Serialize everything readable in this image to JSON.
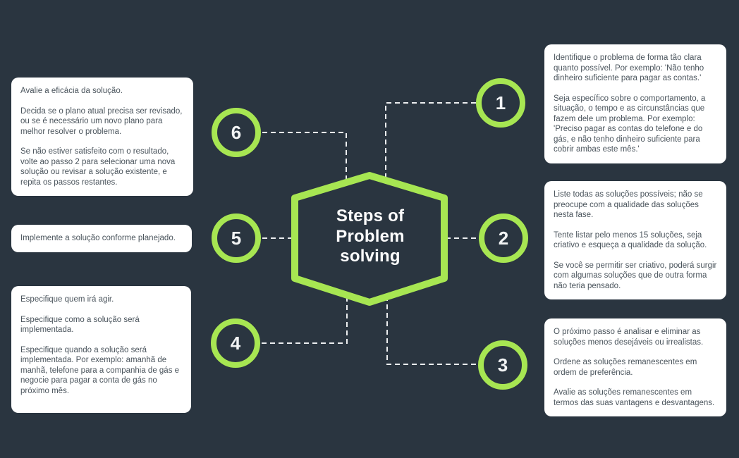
{
  "title": {
    "lines": [
      "Steps of",
      "Problem",
      "solving"
    ]
  },
  "colors": {
    "background": "#2a3540",
    "accent_green": "#a7e652",
    "box_background": "#ffffff",
    "box_text": "#4a545c",
    "number_text": "#f1f3f4",
    "connector": "#eceef0",
    "title_text": "#fdfdfd"
  },
  "steps": [
    {
      "number": "1",
      "paragraphs": [
        "Identifique o problema de forma tão clara quanto possível. Por exemplo: 'Não tenho dinheiro suficiente para pagar as contas.'",
        "Seja específico sobre o comportamento, a situação, o tempo e as circunstâncias que fazem dele um problema. Por exemplo: 'Preciso pagar as contas do telefone e do gás, e não tenho dinheiro suficiente para cobrir ambas este mês.'"
      ]
    },
    {
      "number": "2",
      "paragraphs": [
        "Liste todas as soluções possíveis; não se preocupe com a qualidade das soluções nesta fase.",
        "Tente listar pelo menos 15 soluções, seja criativo e esqueça a qualidade da solução.",
        "Se você se permitir ser criativo, poderá surgir com algumas soluções que de outra forma não teria pensado."
      ]
    },
    {
      "number": "3",
      "paragraphs": [
        "O próximo passo é analisar e eliminar as soluções menos desejáveis ou irrealistas.",
        "Ordene as soluções remanescentes em ordem de preferência.",
        "Avalie as soluções remanescentes em termos das suas vantagens e desvantagens."
      ]
    },
    {
      "number": "4",
      "paragraphs": [
        "Especifique quem irá agir.",
        "Especifique como a solução será implementada.",
        "Especifique quando a solução será implementada. Por exemplo: amanhã de manhã, telefone para a companhia de gás e negocie para pagar a conta de gás no próximo mês."
      ]
    },
    {
      "number": "5",
      "paragraphs": [
        "Implemente a solução conforme planejado."
      ]
    },
    {
      "number": "6",
      "paragraphs": [
        "Avalie a eficácia da solução.",
        "Decida se o plano atual precisa ser revisado, ou se é necessário um novo plano para melhor resolver o problema.",
        "Se não estiver satisfeito com o resultado, volte ao passo 2 para selecionar uma nova solução ou revisar a solução existente, e repita os passos restantes."
      ]
    }
  ]
}
